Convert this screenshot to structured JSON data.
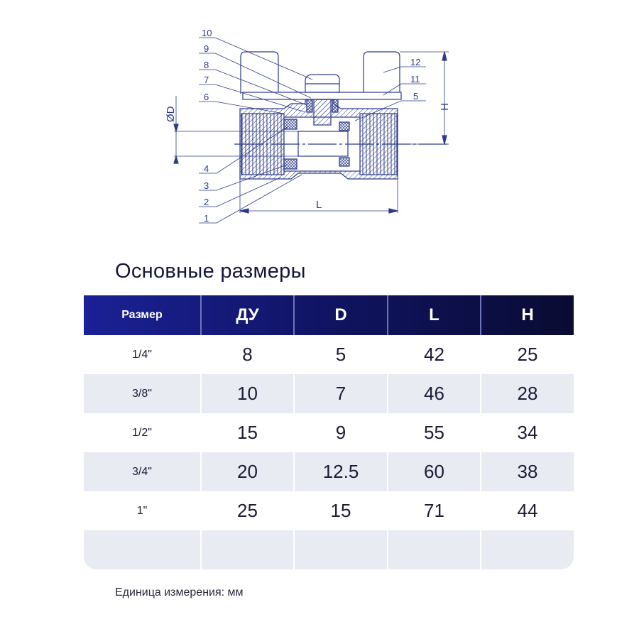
{
  "diagram": {
    "callouts_left": [
      "10",
      "9",
      "8",
      "7",
      "6",
      "4",
      "3",
      "2",
      "1"
    ],
    "callouts_right": [
      "12",
      "11",
      "5"
    ],
    "dim_D": "ØD",
    "dim_L": "L",
    "dim_H": "H",
    "line_color": "#2b3a8a"
  },
  "section_title": "Основные размеры",
  "table": {
    "headers": [
      "Размер",
      "ДУ",
      "D",
      "L",
      "H"
    ],
    "rows": [
      [
        "1/4\"",
        "8",
        "5",
        "42",
        "25"
      ],
      [
        "3/8\"",
        "10",
        "7",
        "46",
        "28"
      ],
      [
        "1/2\"",
        "15",
        "9",
        "55",
        "34"
      ],
      [
        "3/4\"",
        "20",
        "12.5",
        "60",
        "38"
      ],
      [
        "1\"",
        "25",
        "15",
        "71",
        "44"
      ],
      [
        "",
        "",
        "",
        "",
        ""
      ]
    ]
  },
  "footnote": "Единица измерения: мм"
}
